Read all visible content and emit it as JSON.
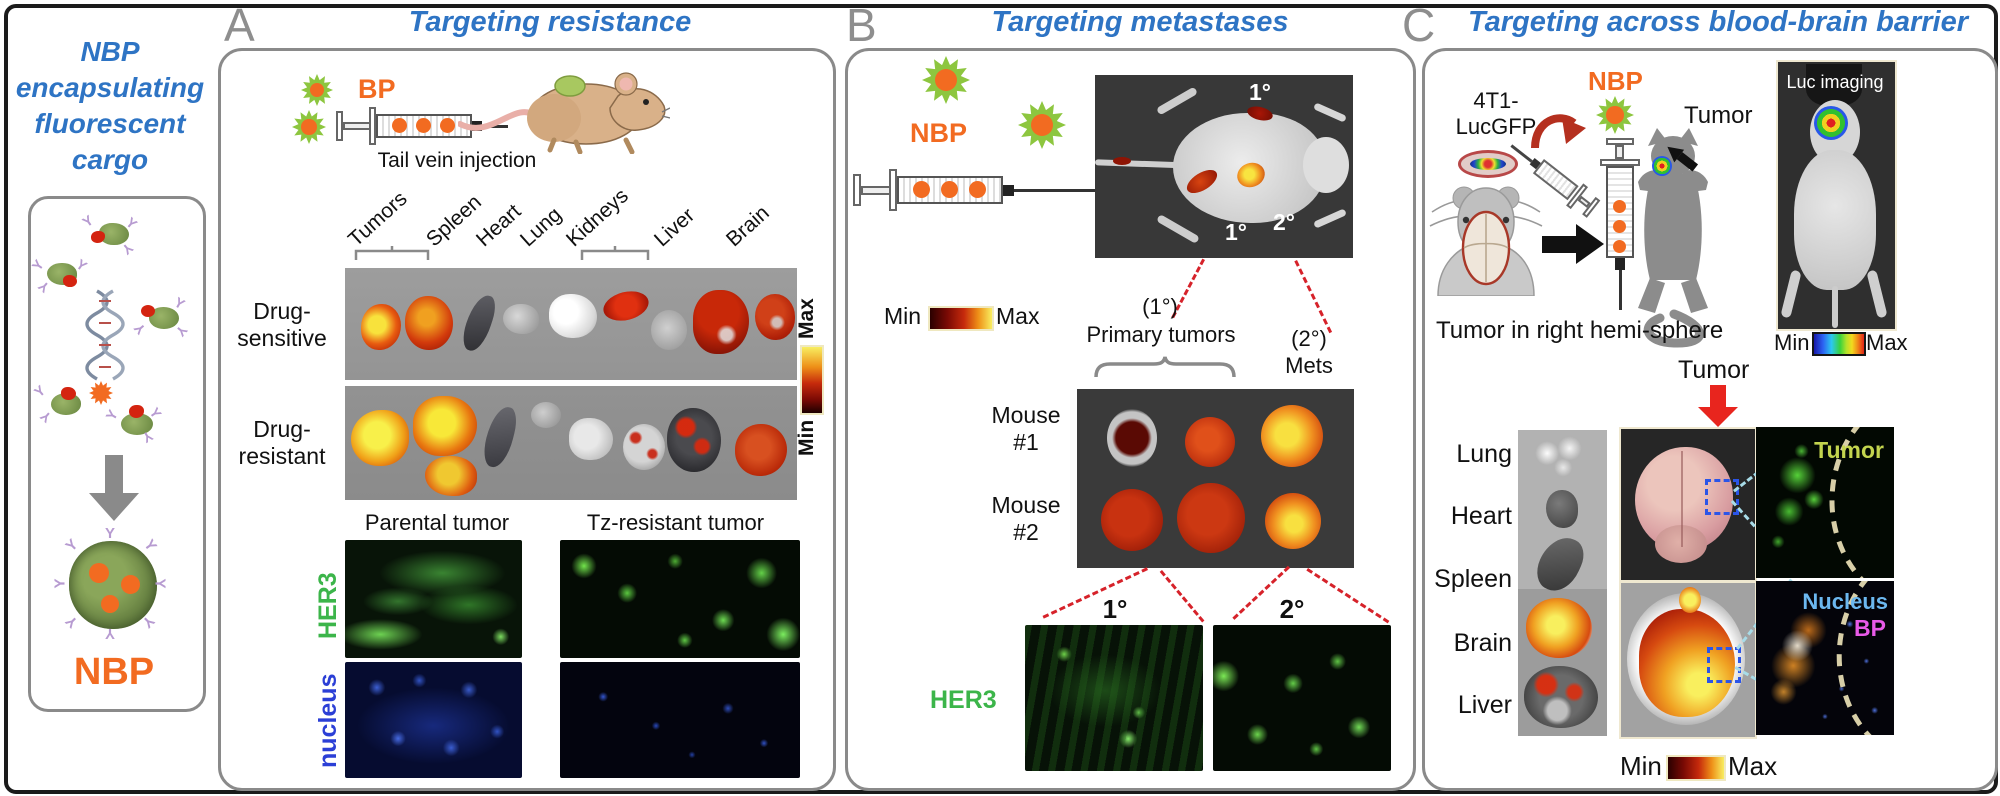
{
  "left_panel": {
    "title_lines": [
      "NBP",
      "encapsulating",
      "fluorescent",
      "cargo"
    ],
    "nbp_label": "NBP"
  },
  "panel_a": {
    "letter": "A",
    "title": "Targeting resistance",
    "bp_label": "BP",
    "tail_vein": "Tail vein injection",
    "organs": [
      "Tumors",
      "Spleen",
      "Heart",
      "Lung",
      "Kidneys",
      "Liver",
      "Brain"
    ],
    "row1_line1": "Drug-",
    "row1_line2": "sensitive",
    "row2_line1": "Drug-",
    "row2_line2": "resistant",
    "cbar_max": "Max",
    "cbar_min": "Min",
    "col_parental": "Parental tumor",
    "col_tz": "Tz-resistant tumor",
    "her3": "HER3",
    "nucleus": "nucleus"
  },
  "panel_b": {
    "letter": "B",
    "title": "Targeting metastases",
    "nbp_label": "NBP",
    "photo_label_top": "1°",
    "photo_label_bl": "1°",
    "photo_label_br": "2°",
    "cbar_min": "Min",
    "cbar_max": "Max",
    "primary_paren": "(1°)",
    "primary_label": "Primary tumors",
    "mets_paren": "(2°)",
    "mets_label": "Mets",
    "mouse1_line1": "Mouse",
    "mouse1_line2": "#1",
    "mouse2_line1": "Mouse",
    "mouse2_line2": "#2",
    "deg1": "1°",
    "deg2": "2°",
    "her3": "HER3"
  },
  "panel_c": {
    "letter": "C",
    "title": "Targeting across blood-brain barrier",
    "cell_line1": "4T1-",
    "cell_line2": "LucGFP",
    "nbp_label": "NBP",
    "tumor_top": "Tumor",
    "luc_imaging": "Luc imaging",
    "luc_min": "Min",
    "luc_max": "Max",
    "hemisphere_caption": "Tumor in right hemi-sphere",
    "tumor_mid": "Tumor",
    "organs": [
      "Lung",
      "Heart",
      "Spleen",
      "Brain",
      "Liver"
    ],
    "tumor_overlay": "Tumor",
    "nucleus_overlay": "Nucleus",
    "bp_overlay": "BP",
    "cbar_min": "Min",
    "cbar_max": "Max"
  },
  "colors": {
    "title_blue": "#2e74c4",
    "orange": "#f26b21",
    "starburst_green": "#8dc63f",
    "her3_green": "#3cb54a",
    "nucleus_blue": "#2b3fd6",
    "tumor_overlay_green": "#c3d44e",
    "nucleus_overlay_blue": "#6cb8f0",
    "bp_magenta": "#e85ae8",
    "dash_red": "#d6222a"
  }
}
